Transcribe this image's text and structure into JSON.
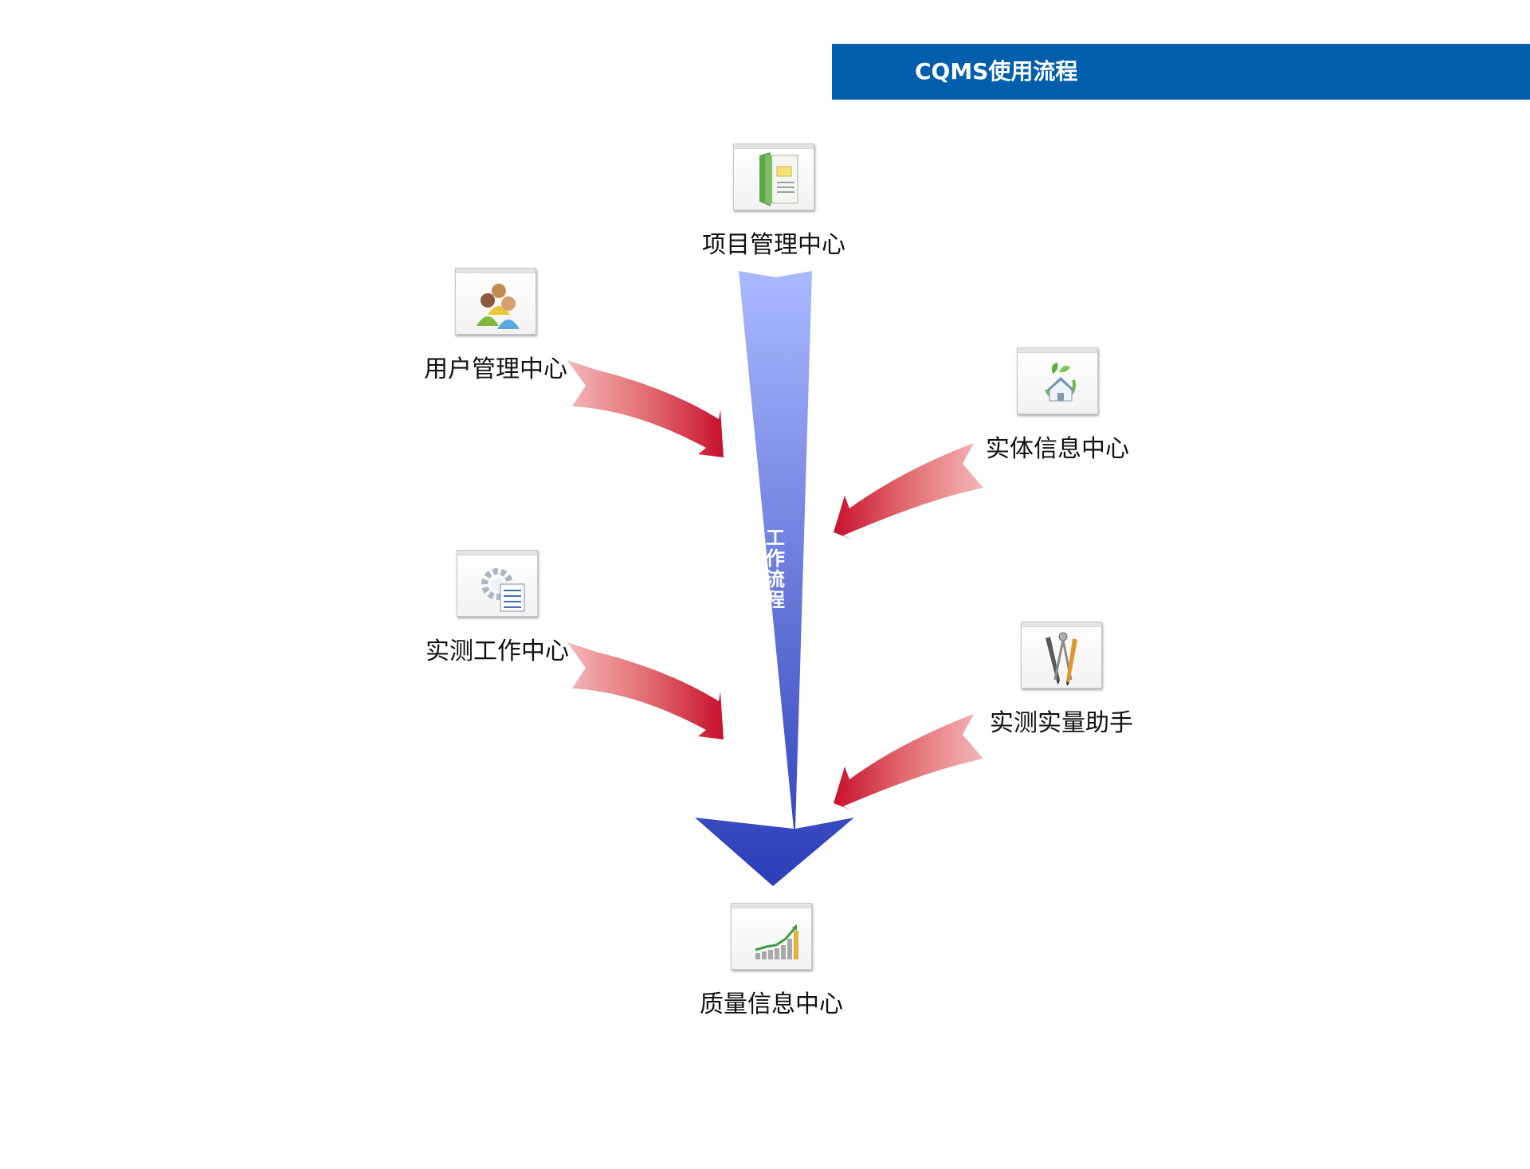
{
  "header": {
    "title": "CQMS使用流程",
    "color": "#005ead"
  },
  "flow": {
    "label": "工作流程",
    "arrow_colors": {
      "top": "#aab9ff",
      "bottom": "#2b3db8"
    },
    "feeder_colors": {
      "tail": "#f2b0b0",
      "head": "#c8102e"
    }
  },
  "nodes": {
    "project": {
      "label": "项目管理中心",
      "icon": "folder-icon"
    },
    "user": {
      "label": "用户管理中心",
      "icon": "users-icon"
    },
    "entity": {
      "label": "实体信息中心",
      "icon": "eco-house-icon"
    },
    "measure_work": {
      "label": "实测工作中心",
      "icon": "gear-checklist-icon"
    },
    "measure_assistant": {
      "label": "实测实量助手",
      "icon": "drafting-tools-icon"
    },
    "quality": {
      "label": "质量信息中心",
      "icon": "growth-chart-icon"
    }
  }
}
